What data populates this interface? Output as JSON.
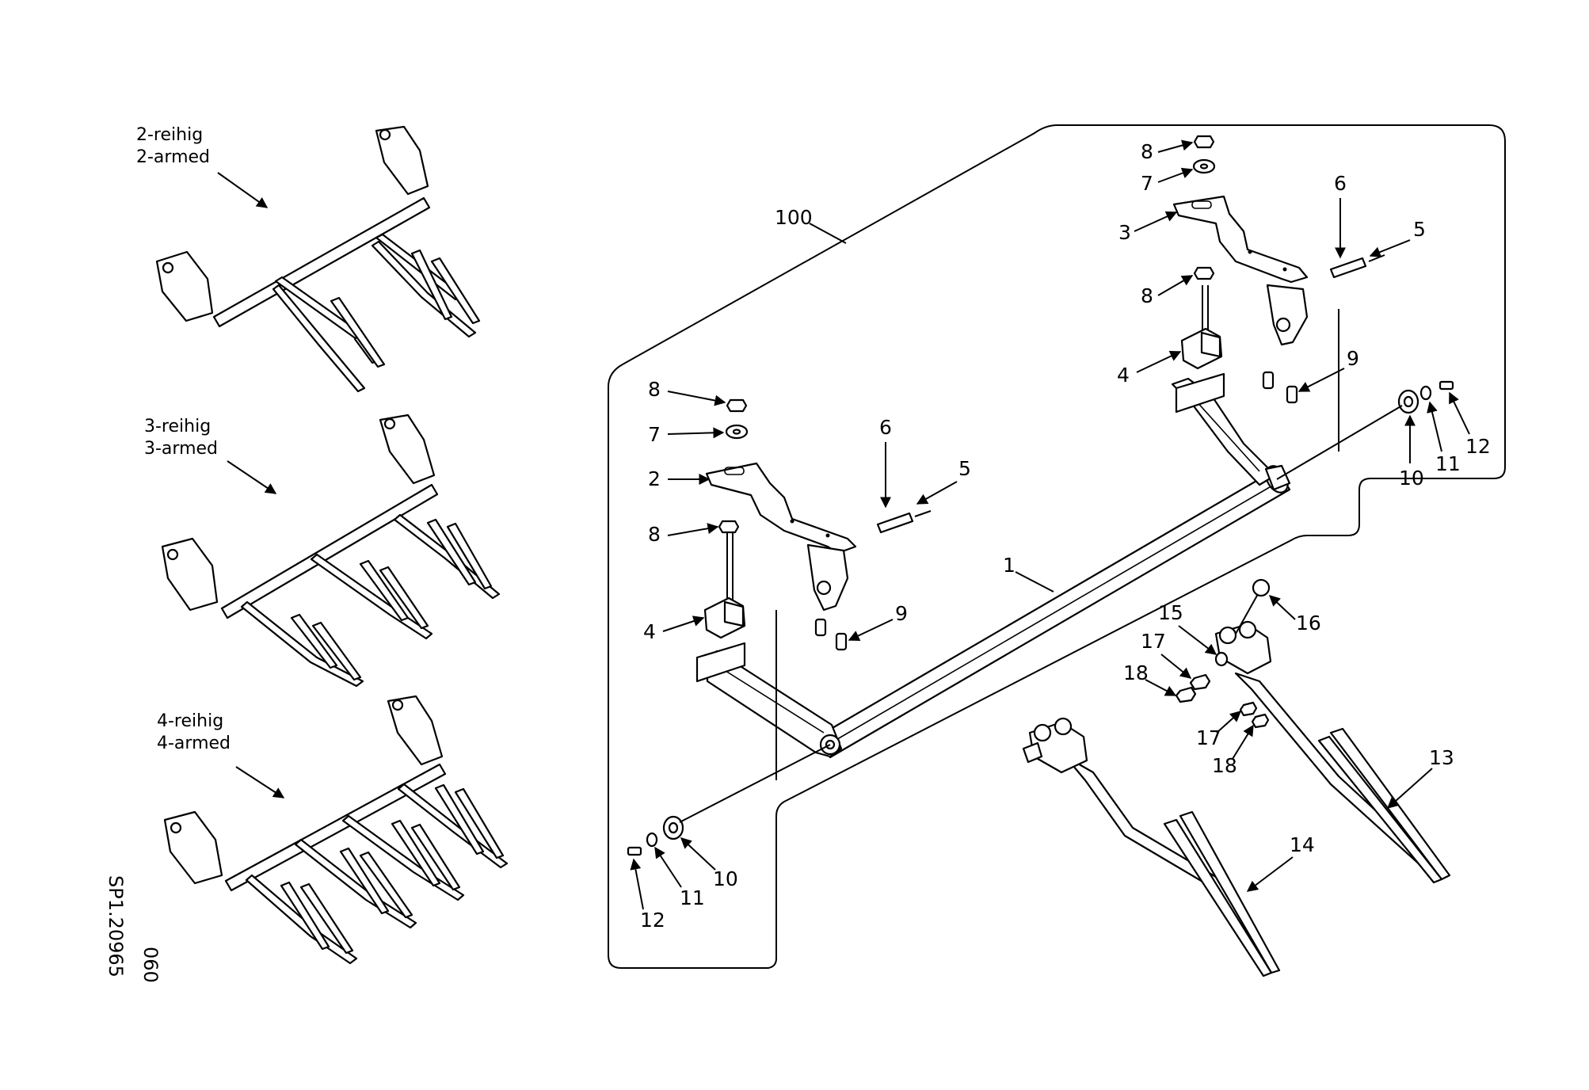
{
  "variants": [
    {
      "de": "2-reihig",
      "en": "2-armed"
    },
    {
      "de": "3-reihig",
      "en": "3-armed"
    },
    {
      "de": "4-reihig",
      "en": "4-armed"
    }
  ],
  "drawing_code": {
    "line1": "SP1.20965",
    "line2": "060"
  },
  "assembly_label": "100",
  "part_labels": {
    "p1": "1",
    "p2": "2",
    "p3": "3",
    "p4a": "4",
    "p4b": "4",
    "p5a": "5",
    "p5b": "5",
    "p6a": "6",
    "p6b": "6",
    "p7a": "7",
    "p7b": "7",
    "p8a": "8",
    "p8b": "8",
    "p8c": "8",
    "p8d": "8",
    "p9a": "9",
    "p9b": "9",
    "p10a": "10",
    "p10b": "10",
    "p11a": "11",
    "p11b": "11",
    "p12a": "12",
    "p12b": "12",
    "p13": "13",
    "p14": "14",
    "p15": "15",
    "p16": "16",
    "p17a": "17",
    "p17b": "17",
    "p18a": "18",
    "p18b": "18"
  }
}
